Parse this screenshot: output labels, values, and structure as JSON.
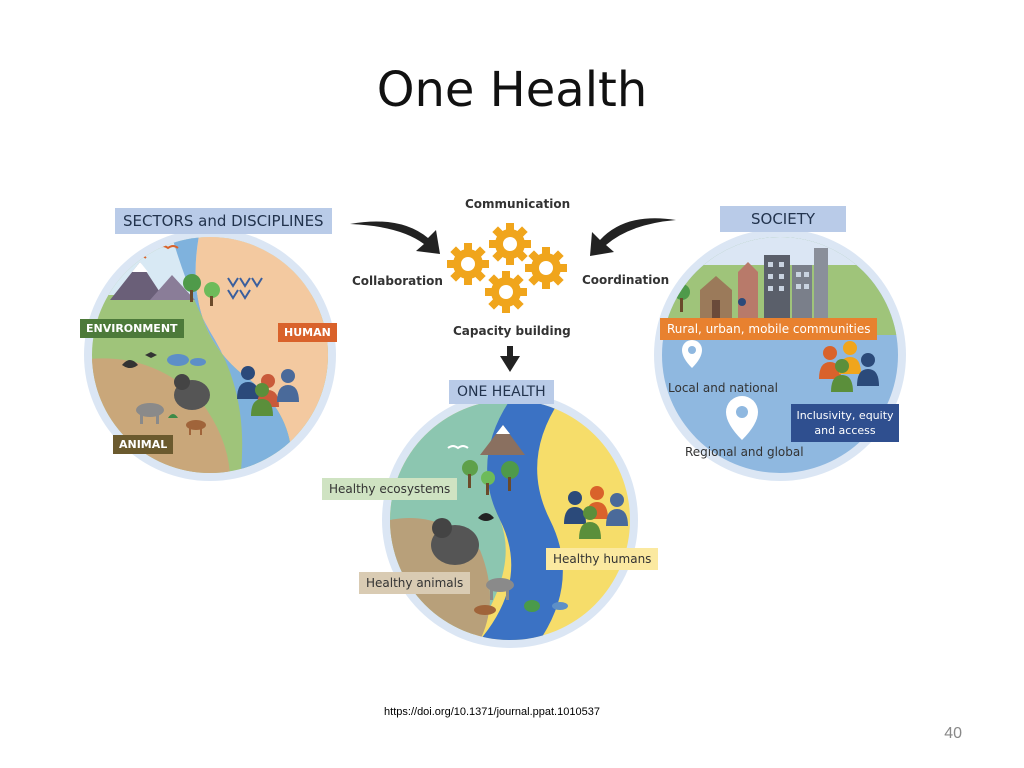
{
  "slide": {
    "title": "One Health",
    "source_url": "https://doi.org/10.1371/journal.ppat.1010537",
    "page_number": "40"
  },
  "diagram": {
    "center": {
      "communication": "Communication",
      "collaboration": "Collaboration",
      "coordination": "Coordination",
      "capacity_building": "Capacity building"
    },
    "sectors": {
      "header": "SECTORS and DISCIPLINES",
      "environment": "ENVIRONMENT",
      "human": "HUMAN",
      "animal": "ANIMAL"
    },
    "society": {
      "header": "SOCIETY",
      "communities": "Rural, urban, mobile communities",
      "local": "Local and national",
      "regional": "Regional and global",
      "inclusivity_line1": "Inclusivity, equity",
      "inclusivity_line2": "and access"
    },
    "one_health": {
      "header": "ONE HEALTH",
      "ecosystems": "Healthy ecosystems",
      "animals": "Healthy animals",
      "humans": "Healthy humans"
    },
    "colors": {
      "header_bg": "#b9cbe8",
      "environment": "#4d7a3a",
      "human": "#d9622b",
      "animal": "#6b5a2e",
      "communities": "#e8812f",
      "inclusivity": "#2f4f8f",
      "gear": "#f0a51c"
    }
  }
}
